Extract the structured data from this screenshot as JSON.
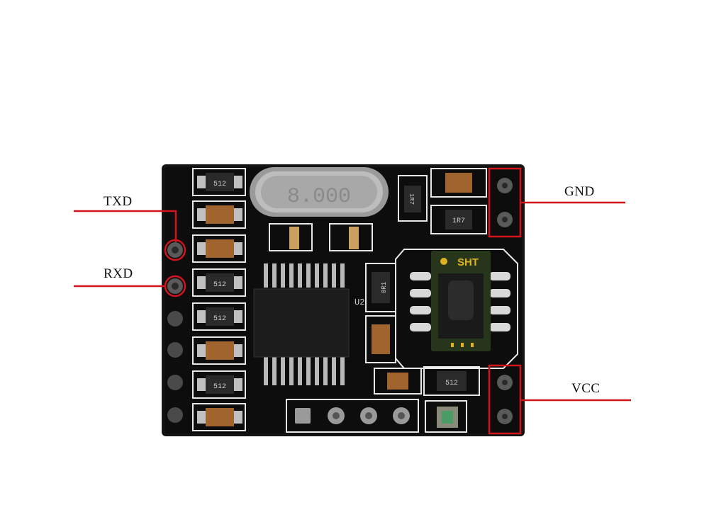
{
  "pins": {
    "txd": "TXD",
    "rxd": "RXD",
    "gnd": "GND",
    "vcc": "VCC"
  },
  "board": {
    "crystal_marking": "8.000",
    "sensor_marking": "SHT",
    "resistor_marking": "512",
    "resistor_marking_alt": "1R7",
    "resistor_marking_alt2": "0R1",
    "ic_ref": "U2"
  },
  "colors": {
    "board": "#121212",
    "callout": "#d4141c",
    "copper": "#b98a4a",
    "silkscreen": "#e8e8e8",
    "smd_cap": "#a0652e"
  }
}
